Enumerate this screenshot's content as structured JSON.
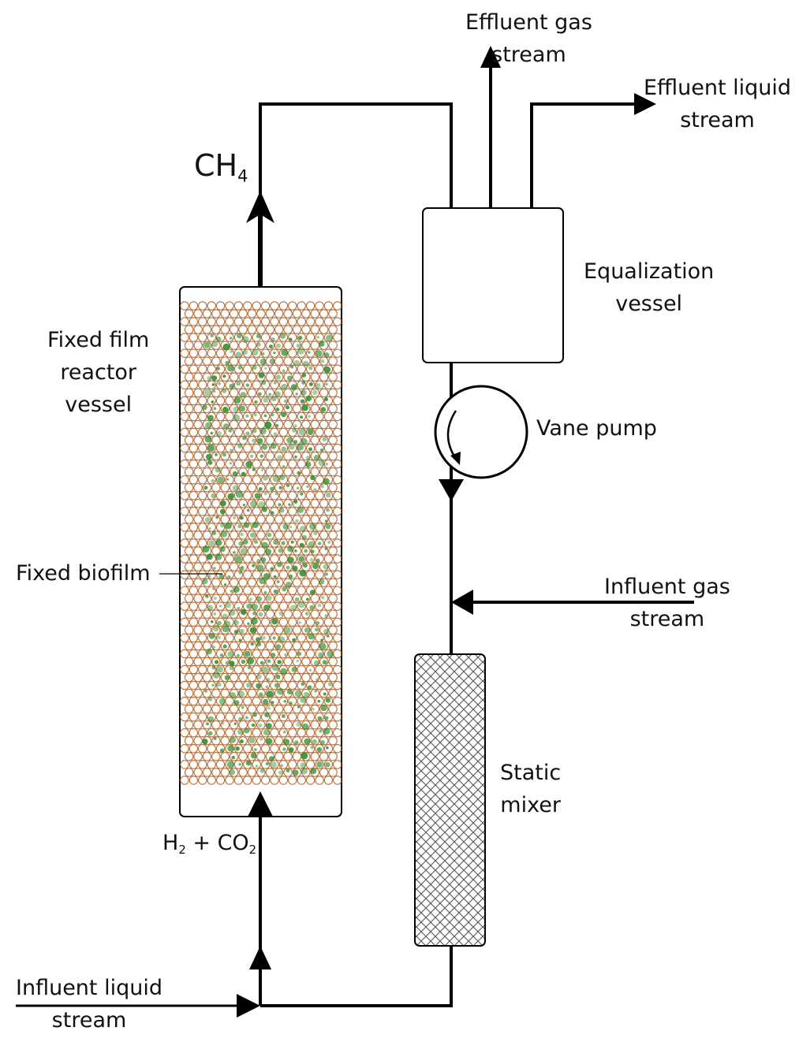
{
  "labels": {
    "effluent_gas": [
      "Effluent gas",
      "stream"
    ],
    "effluent_liquid": [
      "Effluent liquid",
      "stream"
    ],
    "equalization_vessel": [
      "Equalization",
      "vessel"
    ],
    "fixed_film_reactor": [
      "Fixed film",
      "reactor",
      "vessel"
    ],
    "vane_pump": "Vane pump",
    "fixed_biofilm": "Fixed biofilm",
    "influent_gas": [
      "Influent gas",
      "stream"
    ],
    "static_mixer": [
      "Static",
      "mixer"
    ],
    "influent_liquid": [
      "Influent liquid",
      "stream"
    ]
  },
  "chemistry": {
    "product": {
      "base": "CH",
      "sub": "4"
    },
    "feed": {
      "h": "H",
      "h_sub": "2",
      "plus": " + ",
      "co": "CO",
      "co_sub": "2"
    }
  },
  "colors": {
    "packing_ring": "#b5703e",
    "biofilm": "#2e8b2e",
    "line": "#000000",
    "mixer_hatch": "#555555"
  }
}
